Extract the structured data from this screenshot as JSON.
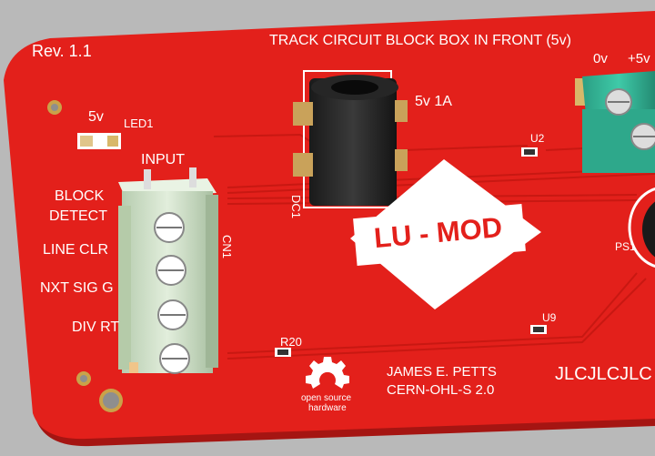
{
  "board": {
    "revision": "Rev. 1.1",
    "title": "TRACK CIRCUIT BLOCK BOX IN FRONT (5v)",
    "logo_text": "LU - MOD",
    "author": "JAMES E. PETTS",
    "license": "CERN-OHL-S 2.0",
    "osh_line1": "open source",
    "osh_line2": "hardware",
    "fab_mark": "JLCJLCJLC",
    "colors": {
      "pcb": "#e3201b",
      "background": "#b9b9b9",
      "terminal": "#33b89a",
      "connector": "#cfe0c6"
    }
  },
  "labels": {
    "led_voltage": "5v",
    "led_ref": "LED1",
    "input_header": "INPUT",
    "pin1": "BLOCK",
    "pin1b": "DETECT",
    "pin2": "LINE CLR",
    "pin3": "NXT SIG G",
    "pin4": "DIV RT",
    "cn_ref": "CN1",
    "dc_ref": "DC1",
    "dc_rating": "5v 1A",
    "u2": "U2",
    "u9": "U9",
    "r20": "R20",
    "ps1": "PS1",
    "zero_v": "0v",
    "plus_5v": "+5v"
  }
}
